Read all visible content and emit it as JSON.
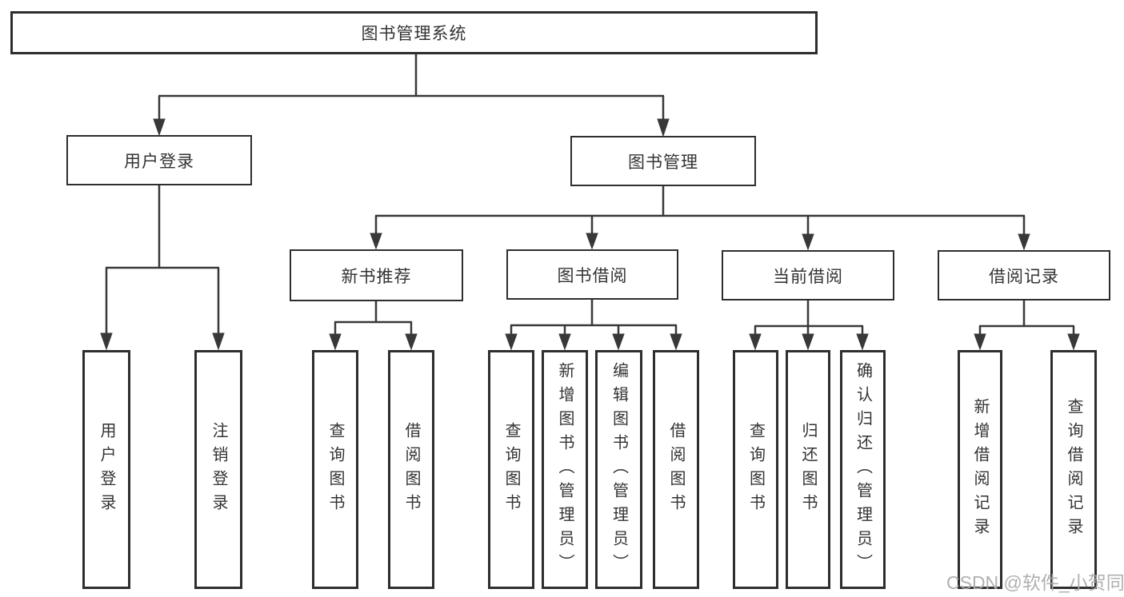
{
  "diagram": {
    "title_hint": "functional structure tree",
    "root": {
      "label": "图书管理系统"
    },
    "level2": [
      {
        "label": "用户登录"
      },
      {
        "label": "图书管理"
      }
    ],
    "level3": [
      {
        "label": "新书推荐"
      },
      {
        "label": "图书借阅"
      },
      {
        "label": "当前借阅"
      },
      {
        "label": "借阅记录"
      }
    ],
    "leaves": {
      "user_login": [
        "用户登录",
        "注销登录"
      ],
      "new_books": [
        "查询图书",
        "借阅图书"
      ],
      "book_borrow": [
        "查询图书",
        "新增图书（管理员）",
        "编辑图书（管理员）",
        "借阅图书"
      ],
      "current_borrow": [
        "查询图书",
        "归还图书",
        "确认归还（管理员）"
      ],
      "borrow_records": [
        "新增借阅记录",
        "查询借阅记录"
      ]
    }
  },
  "watermark": "CSDN @软件_小贺同学",
  "colors": {
    "line": "#383838",
    "box_border": "#2e2e2e",
    "text": "#333333",
    "watermark": "#aaaaaa",
    "background": "#ffffff"
  }
}
